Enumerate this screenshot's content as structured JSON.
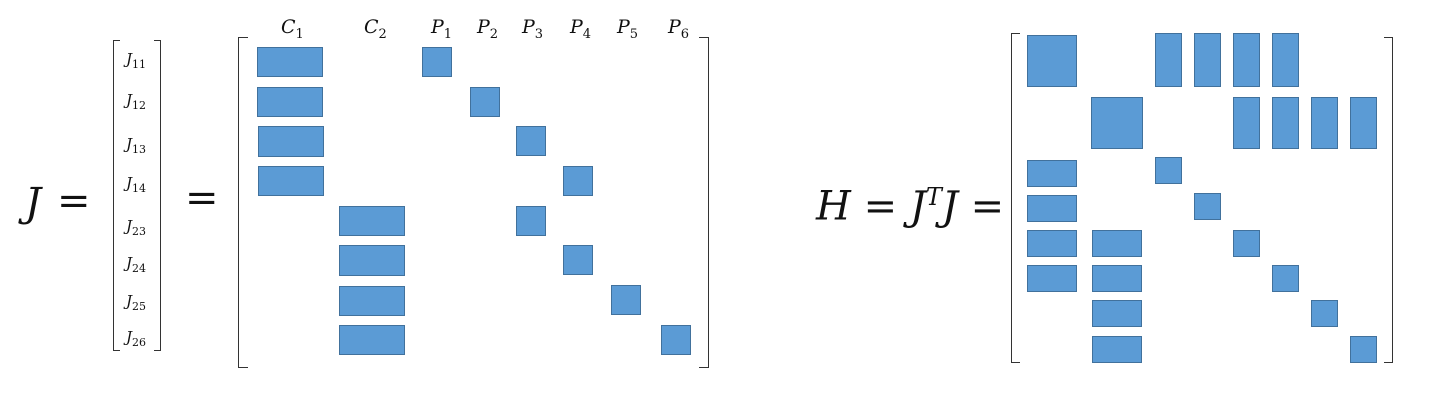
{
  "eq1": {
    "lhs": "J",
    "eq": "=",
    "eq2": "="
  },
  "vector": [
    {
      "base": "J",
      "sub": "11"
    },
    {
      "base": "J",
      "sub": "12"
    },
    {
      "base": "J",
      "sub": "13"
    },
    {
      "base": "J",
      "sub": "14"
    },
    {
      "base": "J",
      "sub": "23"
    },
    {
      "base": "J",
      "sub": "24"
    },
    {
      "base": "J",
      "sub": "25"
    },
    {
      "base": "J",
      "sub": "26"
    }
  ],
  "columns": [
    {
      "base": "C",
      "sub": "1"
    },
    {
      "base": "C",
      "sub": "2"
    },
    {
      "base": "P",
      "sub": "1"
    },
    {
      "base": "P",
      "sub": "2"
    },
    {
      "base": "P",
      "sub": "3"
    },
    {
      "base": "P",
      "sub": "4"
    },
    {
      "base": "P",
      "sub": "5"
    },
    {
      "base": "P",
      "sub": "6"
    }
  ],
  "eq2": {
    "h": "H",
    "eq": "=",
    "j": "J",
    "t": "T",
    "j2": "J",
    "eq2": "="
  },
  "colors": {
    "block_fill": "#5b9bd5",
    "block_border": "#41719c"
  }
}
